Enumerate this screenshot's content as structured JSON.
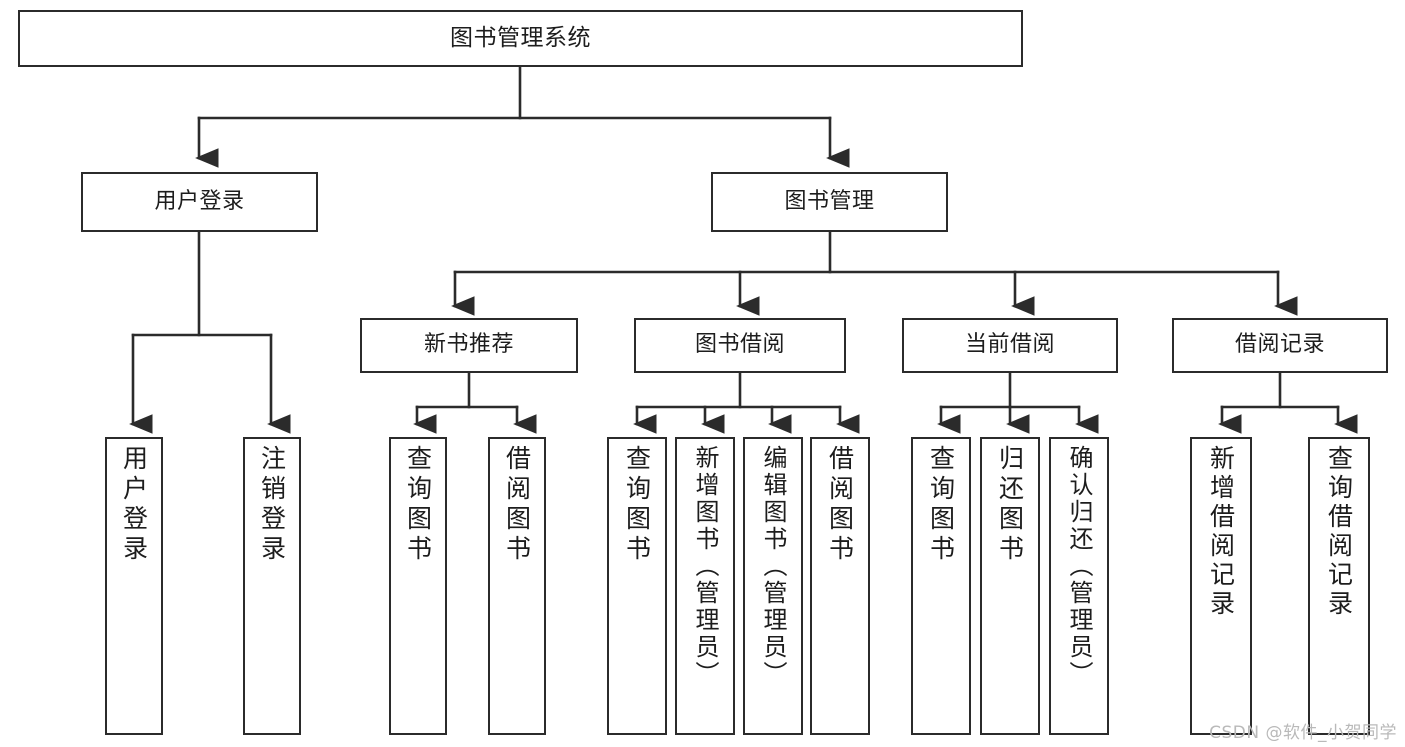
{
  "diagram": {
    "title": "图书管理系统",
    "type": "tree-hierarchy",
    "watermark": "CSDN @软件_小贺同学",
    "colors": {
      "box_border": "#2b2b2b",
      "box_fill": "#ffffff",
      "connector": "#2b2b2b",
      "text": "#1d1d1d",
      "watermark": "#b9b9b9",
      "background": "#ffffff"
    },
    "root": {
      "label": "图书管理系统"
    },
    "level2": [
      {
        "label": "用户登录"
      },
      {
        "label": "图书管理"
      }
    ],
    "level3": [
      {
        "label": "新书推荐"
      },
      {
        "label": "图书借阅"
      },
      {
        "label": "当前借阅"
      },
      {
        "label": "借阅记录"
      }
    ],
    "leaves": {
      "user_login": [
        {
          "label": "用户登录"
        },
        {
          "label": "注销登录"
        }
      ],
      "new_book_recommend": [
        {
          "label": "查询图书"
        },
        {
          "label": "借阅图书"
        }
      ],
      "book_borrow": [
        {
          "label": "查询图书"
        },
        {
          "label": "新增图书（管理员）"
        },
        {
          "label": "编辑图书（管理员）"
        },
        {
          "label": "借阅图书"
        }
      ],
      "current_borrow": [
        {
          "label": "查询图书"
        },
        {
          "label": "归还图书"
        },
        {
          "label": "确认归还（管理员）"
        }
      ],
      "borrow_record": [
        {
          "label": "新增借阅记录"
        },
        {
          "label": "查询借阅记录"
        }
      ]
    }
  }
}
